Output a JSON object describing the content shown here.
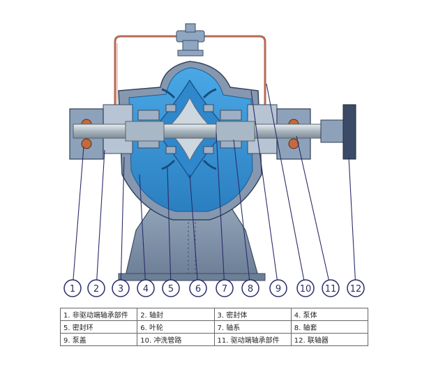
{
  "callouts": [
    "1",
    "2",
    "3",
    "4",
    "5",
    "6",
    "7",
    "8",
    "9",
    "10",
    "11",
    "12"
  ],
  "legend": [
    [
      "1. 非驱动端轴承部件",
      "2. 轴封",
      "3. 密封体",
      "4. 泵体"
    ],
    [
      "5. 密封环",
      "6. 叶轮",
      "7. 轴系",
      "8. 轴套"
    ],
    [
      "9. 泵盖",
      "10. 冲洗管路",
      "11. 驱动端轴承部件",
      "12. 联轴器"
    ]
  ],
  "colors": {
    "water": "#3d9ad8",
    "water_dark": "#1f6fae",
    "casing": "#7a8ea8",
    "shaft": "#b4c0c8",
    "pipe": "#b66a55",
    "callout": "#2a2c6a"
  }
}
